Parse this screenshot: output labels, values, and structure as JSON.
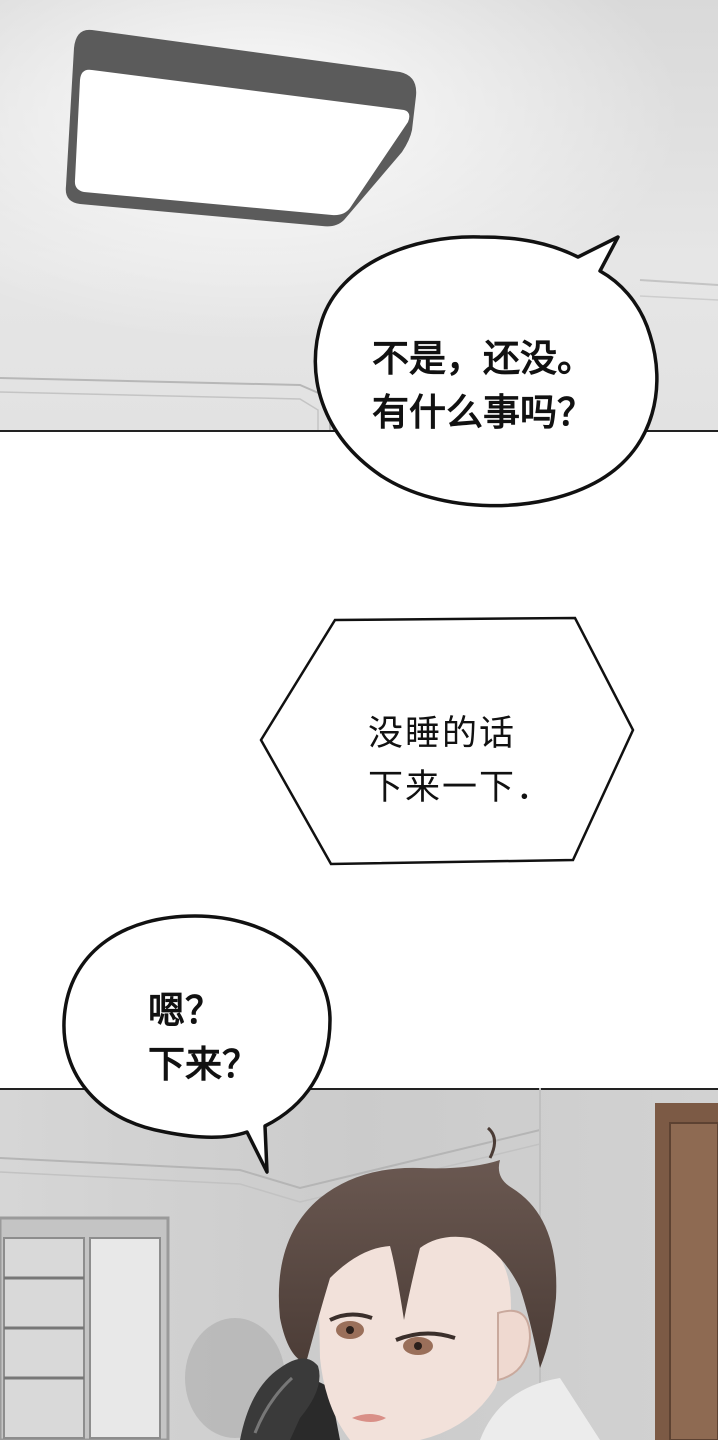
{
  "bubbles": {
    "top_speech": {
      "line1": "不是，还没。",
      "line2": "有什么事吗？"
    },
    "middle_thought": {
      "line1": "没睡的话",
      "line2": "下来一下．"
    },
    "bottom_speech": {
      "line1": "嗯？",
      "line2": "下来？"
    }
  },
  "colors": {
    "ceiling_gray": "#e4e4e4",
    "lamp_frame": "#5b5b5b",
    "lamp_light": "#ffffff",
    "room_gray": "#cfcfcf",
    "hair_brown": "#5b4a43",
    "skin": "#f2e1da",
    "door_brown": "#7c5a45"
  }
}
